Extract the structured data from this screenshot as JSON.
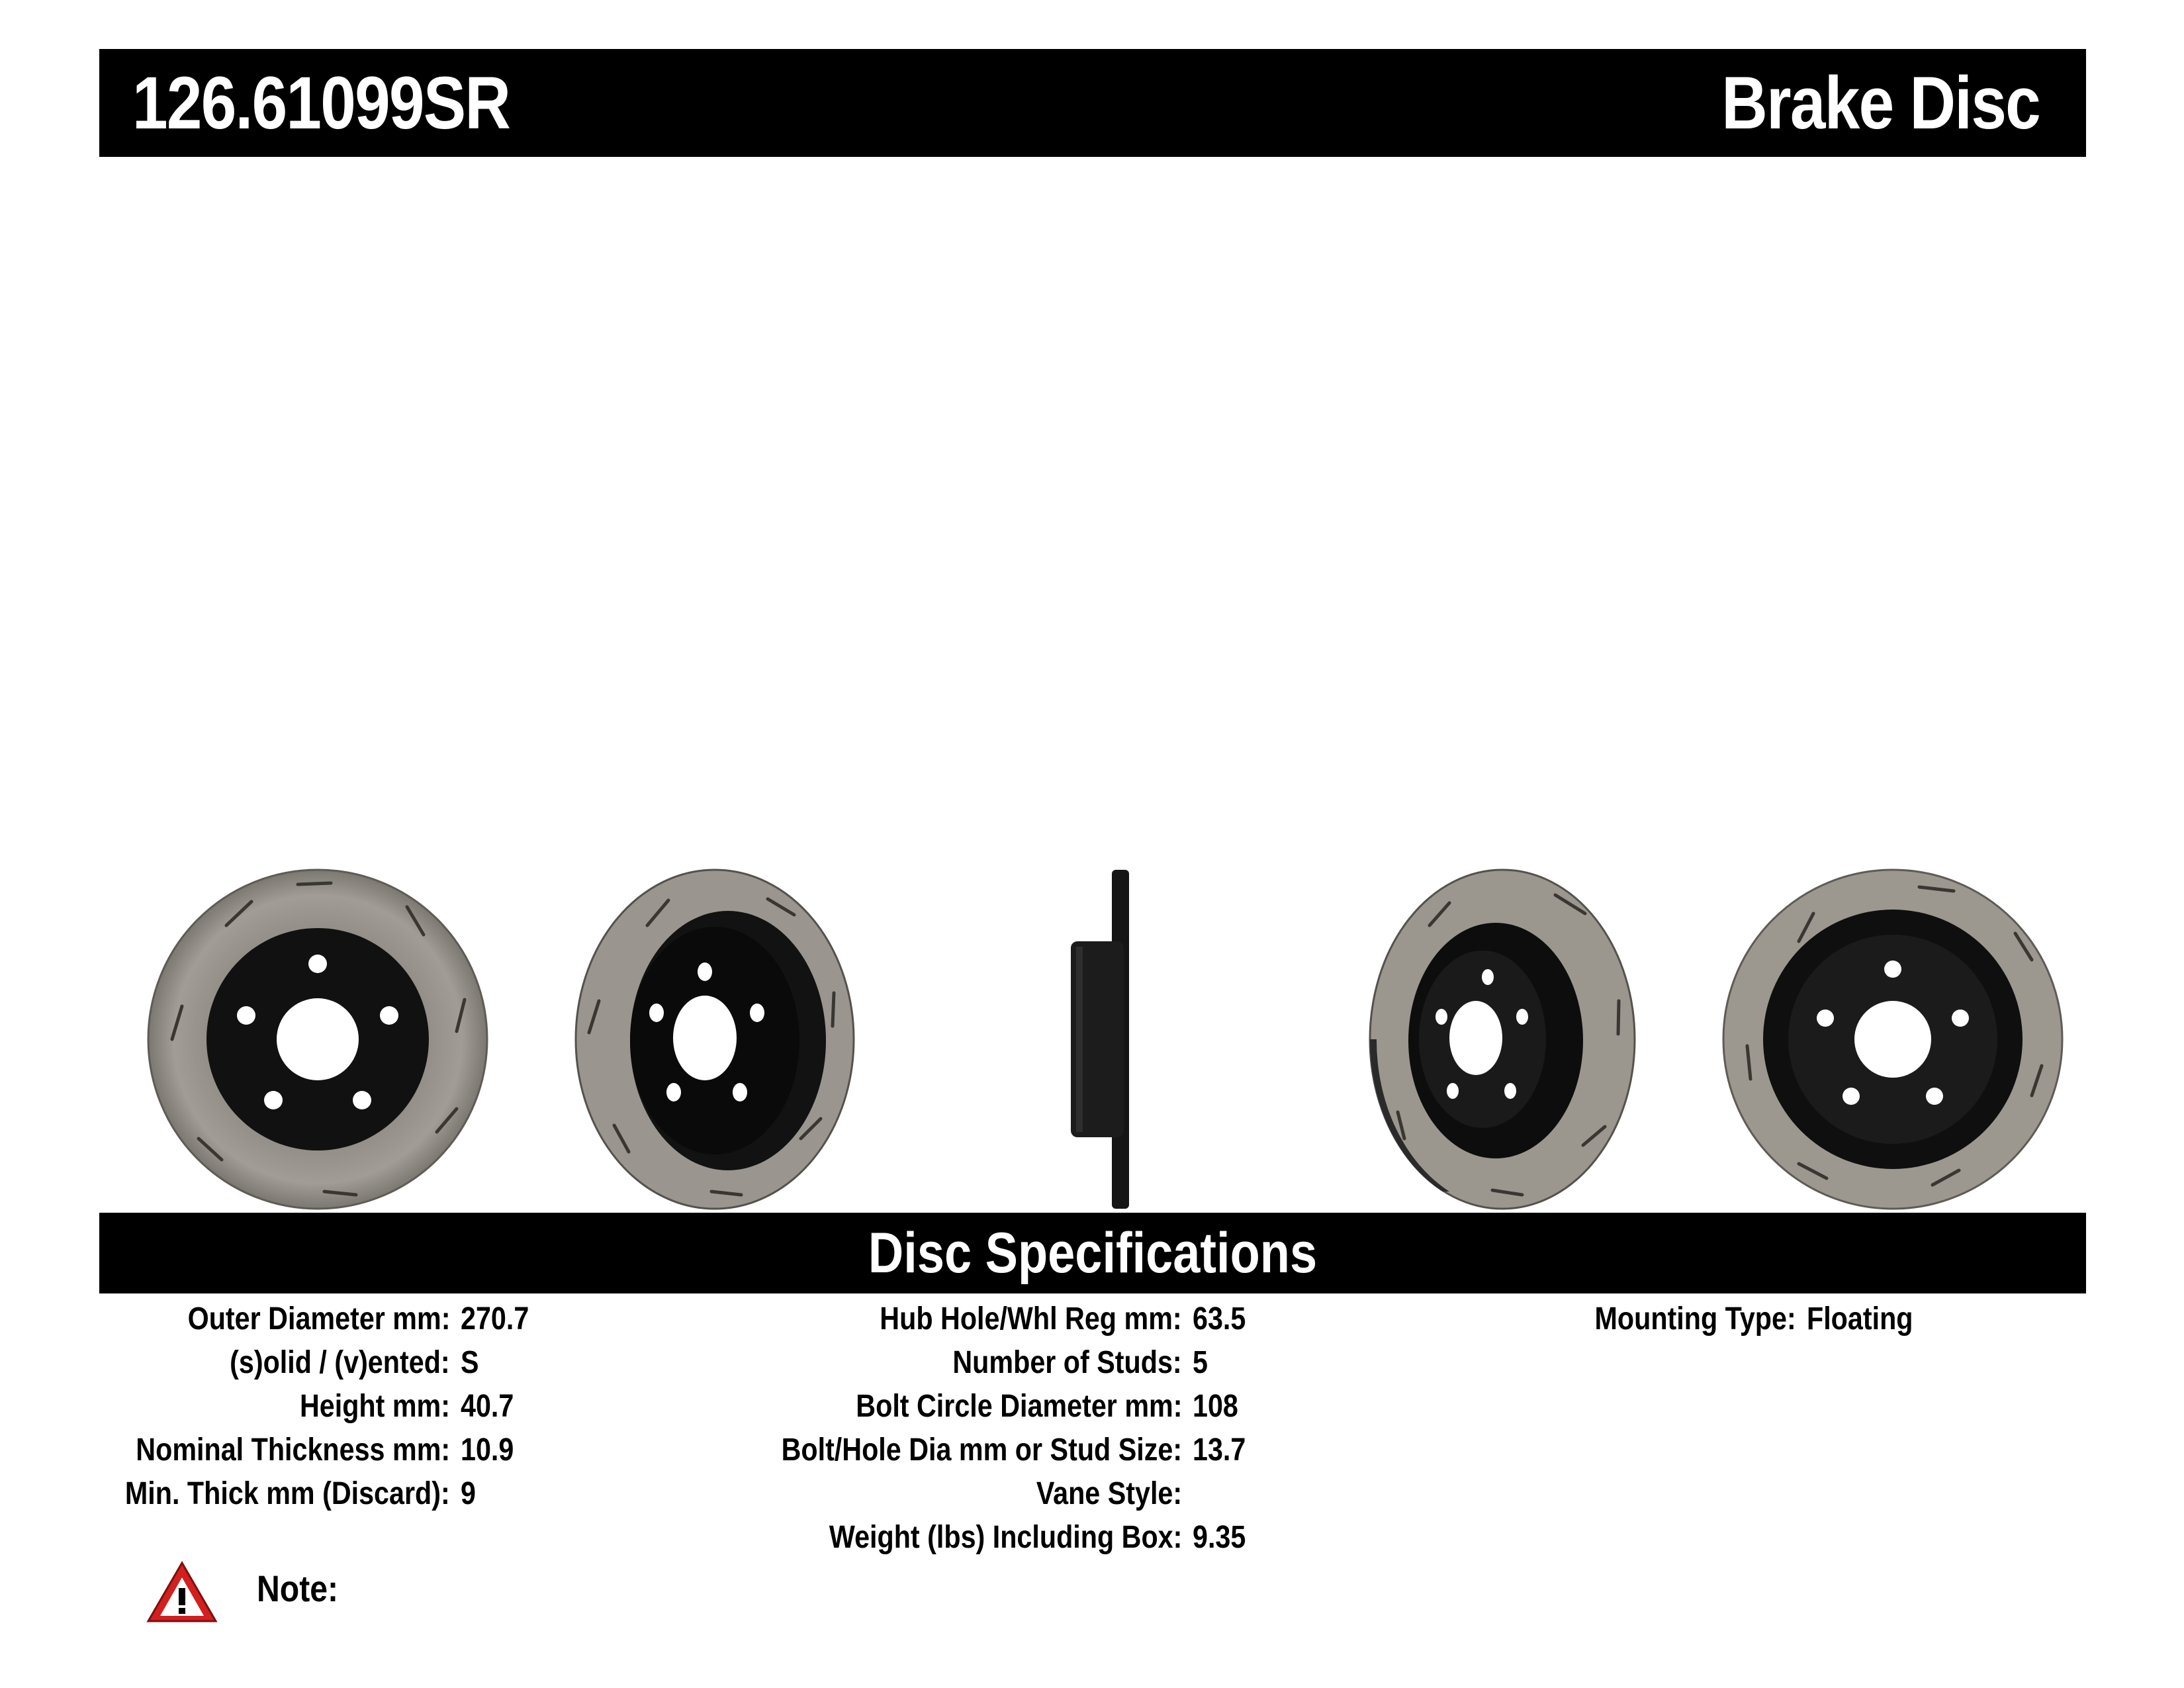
{
  "header": {
    "part_number": "126.61099SR",
    "product_type": "Brake Disc"
  },
  "section": {
    "title": "Disc Specifications"
  },
  "specs": {
    "col1": [
      {
        "label": "Outer Diameter mm:",
        "value": "270.7"
      },
      {
        "label": "(s)olid / (v)ented:",
        "value": "S"
      },
      {
        "label": "Height mm:",
        "value": "40.7"
      },
      {
        "label": "Nominal Thickness mm:",
        "value": "10.9"
      },
      {
        "label": "Min. Thick mm (Discard):",
        "value": "9"
      }
    ],
    "col2": [
      {
        "label": "Hub Hole/Whl Reg mm:",
        "value": "63.5"
      },
      {
        "label": "Number of Studs:",
        "value": "5"
      },
      {
        "label": "Bolt Circle Diameter mm:",
        "value": "108"
      },
      {
        "label": "Bolt/Hole Dia mm or Stud Size:",
        "value": "13.7"
      },
      {
        "label": "Vane Style:",
        "value": ""
      },
      {
        "label": "Weight (lbs) Including Box:",
        "value": "9.35"
      }
    ],
    "col3": [
      {
        "label": "Mounting Type:",
        "value": "Floating"
      }
    ]
  },
  "note": {
    "label": "Note:",
    "icon": "warning-icon"
  },
  "colors": {
    "bar": "#000000",
    "disc_face": "#9a958e",
    "hat": "#111111",
    "warning_red": "#d41f1f"
  }
}
